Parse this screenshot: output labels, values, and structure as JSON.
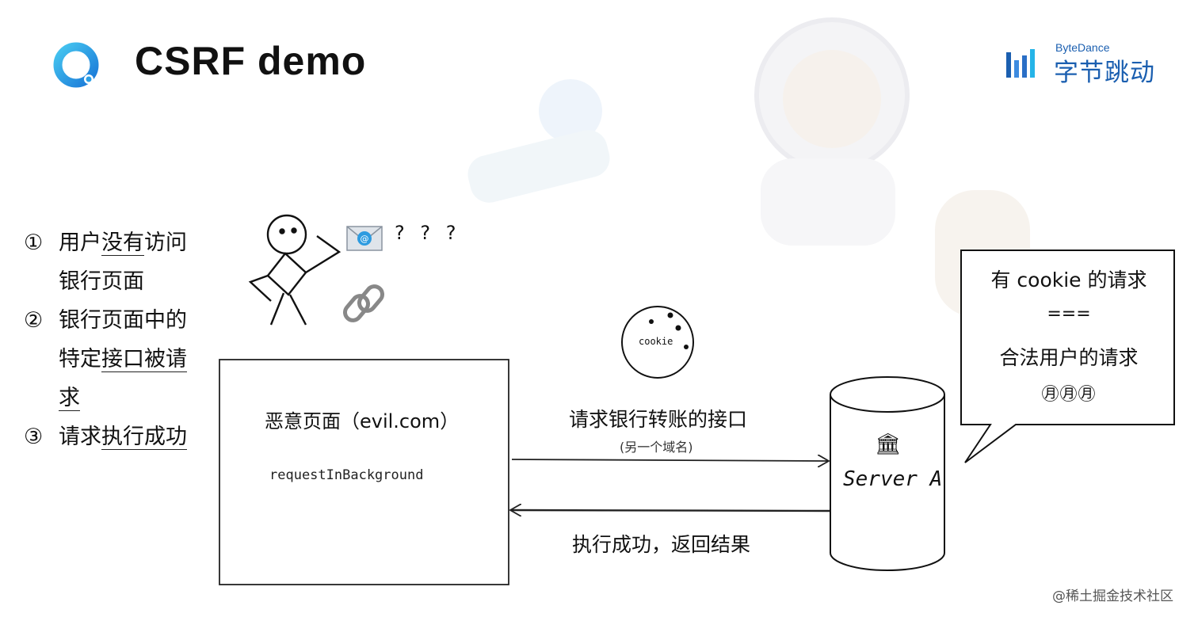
{
  "title": "CSRF demo",
  "brand": {
    "en": "ByteDance",
    "cn": "字节跳动"
  },
  "steps": [
    {
      "num": "①",
      "pre": "用户",
      "under": "没有",
      "post": "访问",
      "line2": "银行页面"
    },
    {
      "num": "②",
      "line1": "银行页面中的",
      "pre2": "特定",
      "under2": "接口被请",
      "under3": "求"
    },
    {
      "num": "③",
      "pre": "请求",
      "under": "执行成功"
    }
  ],
  "diagram": {
    "question_marks": "? ? ?",
    "evil_page_title": "恶意页面（evil.com）",
    "evil_page_code": "requestInBackground",
    "cookie_label": "cookie",
    "request_label": "请求银行转账的接口",
    "request_sub": "(另一个域名)",
    "response_label": "执行成功，返回结果",
    "server_label": "Server A",
    "bank_icon": "🏛",
    "bubble": {
      "line1": "有 cookie 的请求",
      "line2": "===",
      "line3": "合法用户的请求",
      "line4": "㊊㊊㊊"
    }
  },
  "watermark": "@稀土掘金技术社区",
  "colors": {
    "accent_blue": "#1b5fb0",
    "logo_cyan": "#25b4e8"
  }
}
